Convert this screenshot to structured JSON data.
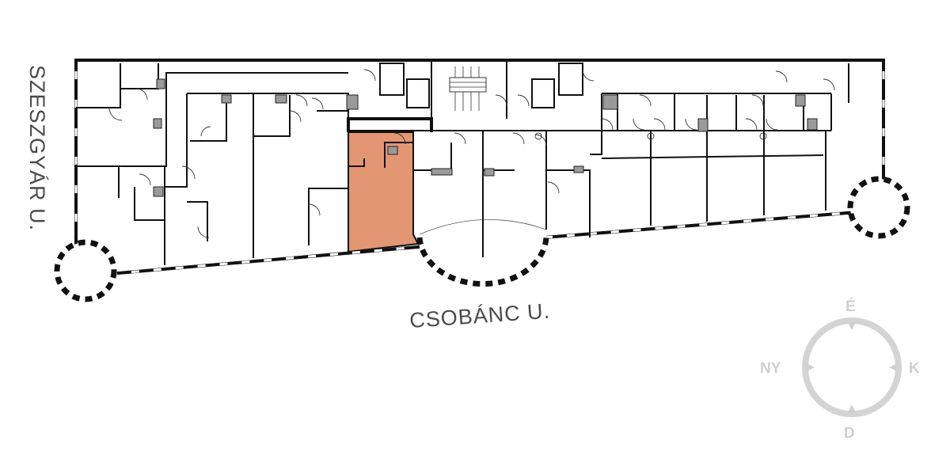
{
  "streets": {
    "west": "SZESZGYÁR U.",
    "south": "CSOBÁNC U."
  },
  "compass": {
    "north": "É",
    "east": "K",
    "south": "D",
    "west": "NY",
    "color": "#cfcfcf"
  },
  "colors": {
    "highlight_unit": "#e39672",
    "wall": "#111111",
    "shaft": "#9a9a9a"
  }
}
